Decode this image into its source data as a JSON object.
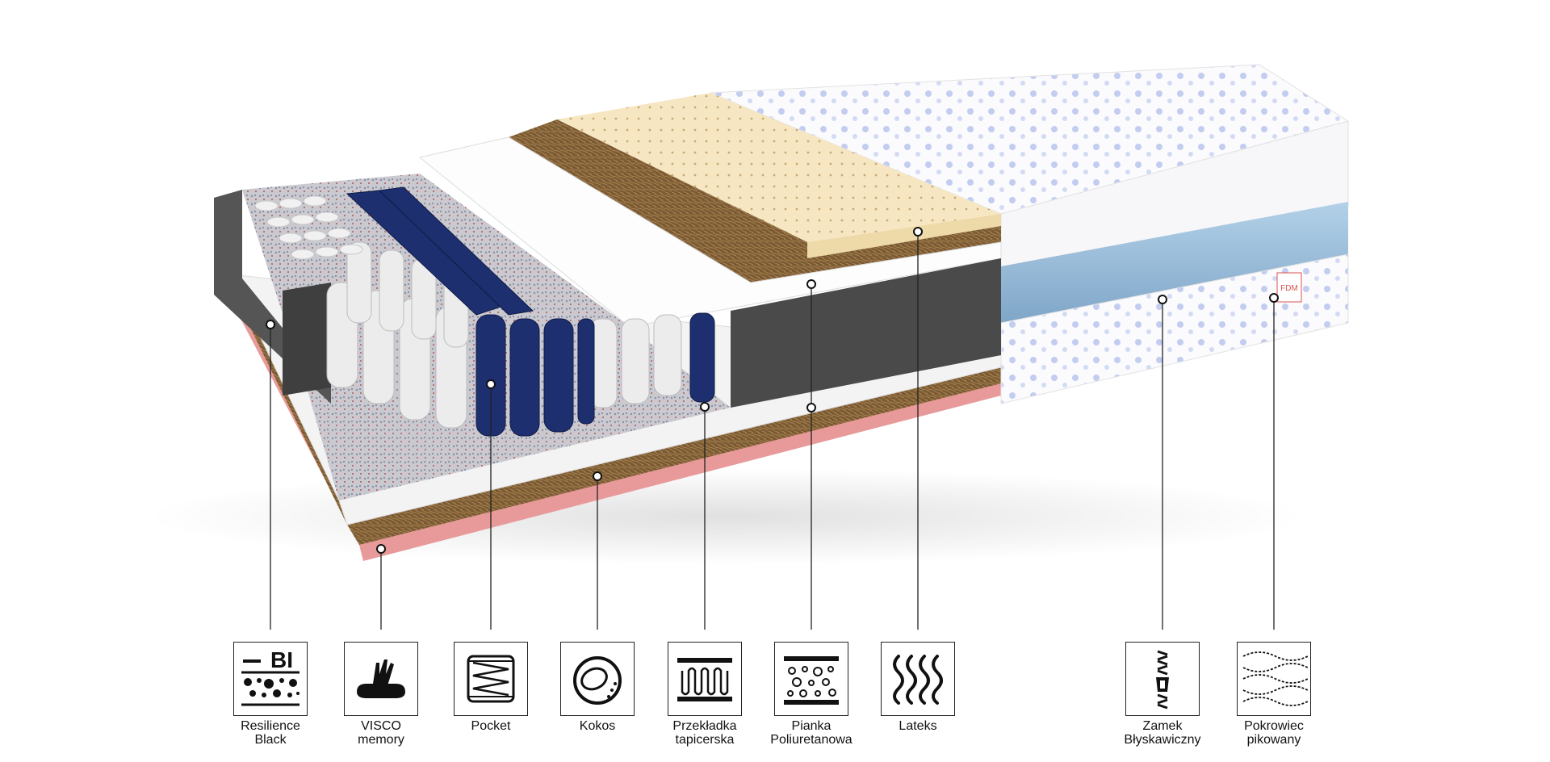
{
  "brand_tag": "FDM",
  "features": [
    {
      "id": "resilience-black",
      "label": "Resilience\nBlack",
      "icon": "resilience-black-icon",
      "icon_text": "BI"
    },
    {
      "id": "visco-memory",
      "label": "VISCO\nmemory",
      "icon": "visco-memory-hand-icon"
    },
    {
      "id": "pocket",
      "label": "Pocket",
      "icon": "pocket-spring-icon"
    },
    {
      "id": "kokos",
      "label": "Kokos",
      "icon": "coconut-icon"
    },
    {
      "id": "przekladka",
      "label": "Przekładka\ntapicerska",
      "icon": "upholstery-felt-icon"
    },
    {
      "id": "pianka",
      "label": "Pianka\nPoliuretanowa",
      "icon": "polyurethane-foam-icon"
    },
    {
      "id": "lateks",
      "label": "Lateks",
      "icon": "latex-waves-icon"
    },
    {
      "id": "zamek",
      "label": "Zamek\nBłyskawiczny",
      "icon": "zipper-icon"
    },
    {
      "id": "pokrowiec",
      "label": "Pokrowiec\npikowany",
      "icon": "quilted-cover-icon"
    }
  ],
  "colors": {
    "spring_blue": "#1d2f6e",
    "spring_white": "#e9e9e9",
    "coconut": "#7a5a34",
    "latex": "#f6e7c2",
    "dark_foam": "#4a4a4a",
    "pink_layer": "#e89a9a",
    "cover_stripe": "#9cc0dc",
    "cover_dots": "#a9b8e6"
  }
}
